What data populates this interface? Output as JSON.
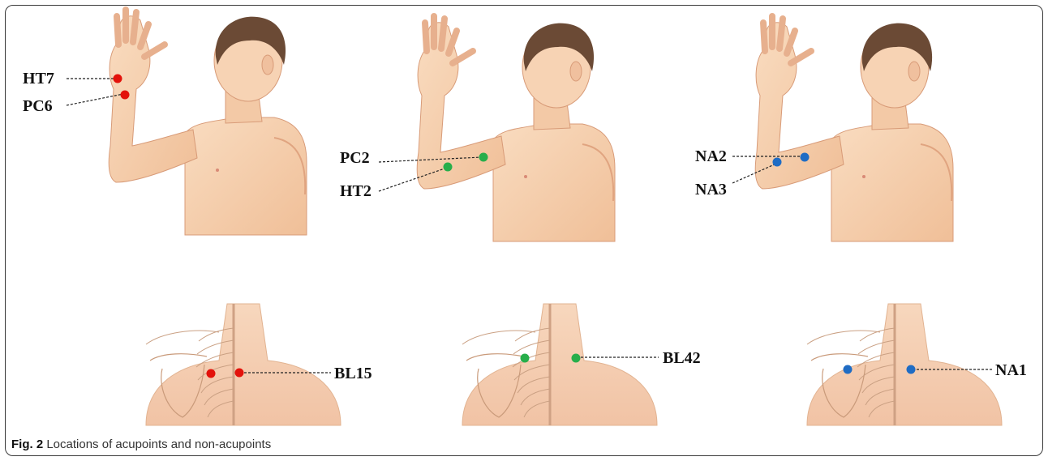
{
  "caption": {
    "figure_label": "Fig. 2",
    "text": "Locations of acupoints and non-acupoints"
  },
  "colors": {
    "acupoint_set_1": "#e3120b",
    "acupoint_set_2": "#27ae4b",
    "non_acupoint": "#1f6cc4",
    "skin": "#f6cfae",
    "skin_shadow": "#e8a883",
    "hair": "#6b4a35"
  },
  "panels": [
    {
      "points": [
        {
          "label": "HT7"
        },
        {
          "label": "PC6"
        }
      ]
    },
    {
      "points": [
        {
          "label": "PC2"
        },
        {
          "label": "HT2"
        }
      ]
    },
    {
      "points": [
        {
          "label": "NA2"
        },
        {
          "label": "NA3"
        }
      ]
    },
    {
      "points": [
        {
          "label": "BL15"
        }
      ]
    },
    {
      "points": [
        {
          "label": "BL42"
        }
      ]
    },
    {
      "points": [
        {
          "label": "NA1"
        }
      ]
    }
  ]
}
